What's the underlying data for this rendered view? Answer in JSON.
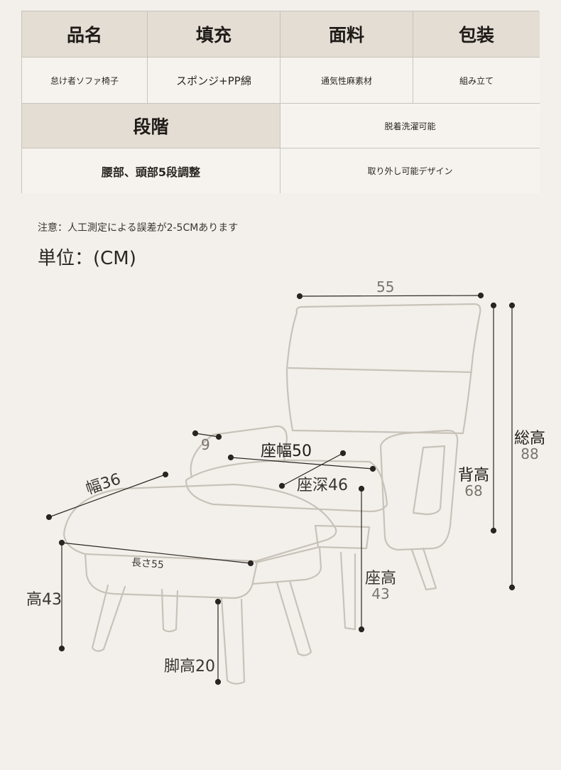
{
  "spec_table": {
    "row1_headers": [
      "品名",
      "填充",
      "面料",
      "包装"
    ],
    "row1_values": [
      "怠け者ソファ椅子",
      "スポンジ+PP綿",
      "通気性麻素材",
      "組み立て"
    ],
    "row2_header": "段階",
    "row2_right": "脱着洗濯可能",
    "row3_left": "腰部、頭部5段調整",
    "row3_right": "取り外し可能デザイン"
  },
  "note": "注意：人工測定による誤差が2-5CMあります",
  "unit": "単位：(CM)",
  "dimensions": {
    "width_55": "55",
    "total_height_label": "総高",
    "total_height_value": "88",
    "back_height_label": "背高",
    "back_height_value": "68",
    "armrest_9": "9",
    "seat_width": "座幅50",
    "seat_depth": "座深46",
    "ottoman_width": "幅36",
    "ottoman_length": "長さ55",
    "ottoman_height": "高43",
    "leg_height": "脚高20",
    "seat_height_label": "座高",
    "seat_height_value": "43"
  }
}
